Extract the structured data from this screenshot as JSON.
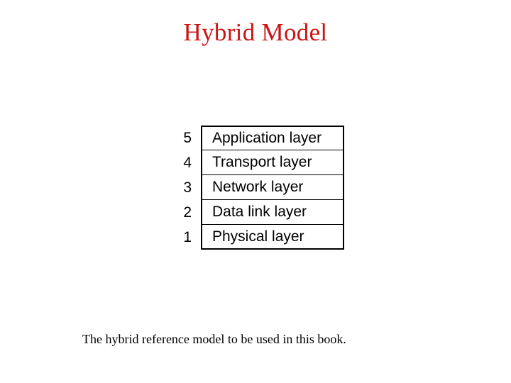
{
  "slide": {
    "title": "Hybrid Model",
    "title_color": "#cc1414",
    "background_color": "#ffffff",
    "caption": "The hybrid reference model to be used in this book."
  },
  "diagram": {
    "name": "hybrid-reference-model-stack",
    "text_color": "#000000",
    "border_color": "#000000",
    "layers": [
      {
        "number": "5",
        "label": "Application layer"
      },
      {
        "number": "4",
        "label": "Transport layer"
      },
      {
        "number": "3",
        "label": "Network layer"
      },
      {
        "number": "2",
        "label": "Data link layer"
      },
      {
        "number": "1",
        "label": "Physical layer"
      }
    ]
  }
}
